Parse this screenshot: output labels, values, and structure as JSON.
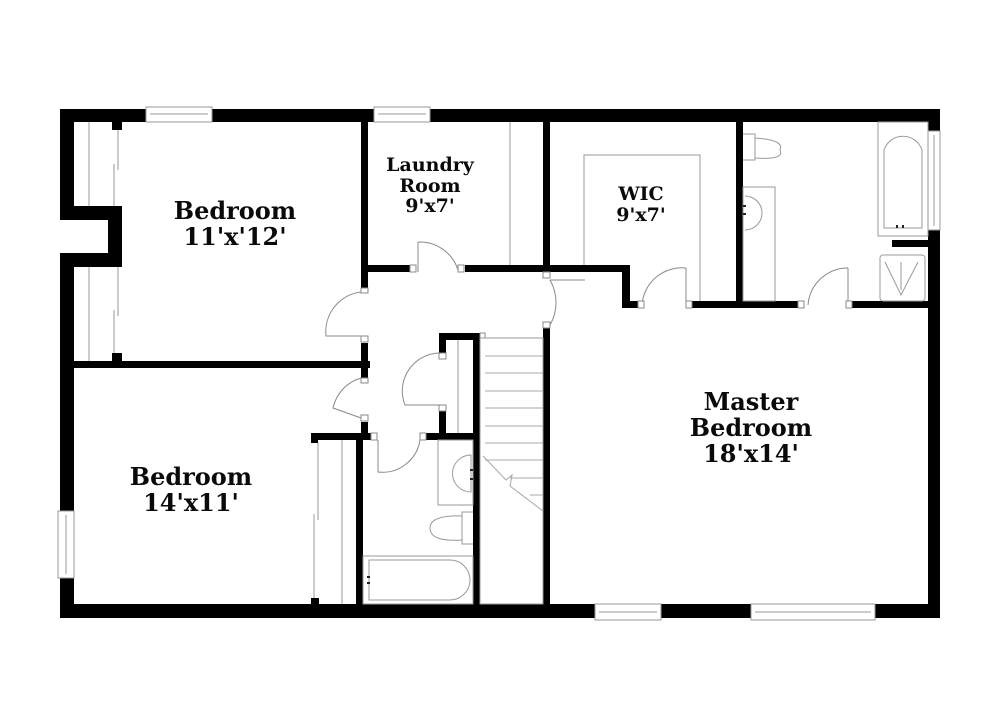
{
  "floorplan": {
    "colors": {
      "wall": "#000000",
      "fixture": "#9a9a9a",
      "background": "#ffffff"
    },
    "rooms": [
      {
        "id": "bedroom-1",
        "name": "Bedroom",
        "dimensions": "11'x'12'"
      },
      {
        "id": "laundry",
        "name_line1": "Laundry",
        "name_line2": "Room",
        "dimensions": "9'x7'"
      },
      {
        "id": "wic",
        "name": "WIC",
        "dimensions": "9'x7'"
      },
      {
        "id": "master",
        "name_line1": "Master",
        "name_line2": "Bedroom",
        "dimensions": "18'x14'"
      },
      {
        "id": "bedroom-2",
        "name": "Bedroom",
        "dimensions": "14'x11'"
      }
    ]
  }
}
